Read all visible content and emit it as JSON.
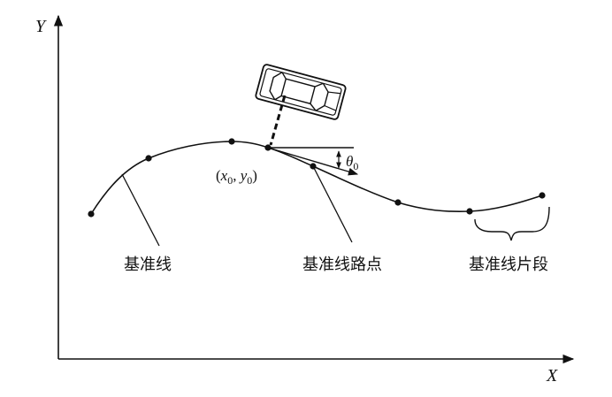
{
  "axes": {
    "x_label": "X",
    "y_label": "Y"
  },
  "labels": {
    "baseline": "基准线",
    "baseline_waypoint": "基准线路点",
    "baseline_segment": "基准线片段"
  },
  "point": {
    "open": "(",
    "x": "x",
    "x_sub": "0",
    "comma": ", ",
    "y": "y",
    "y_sub": "0",
    "close": ")"
  },
  "angle": {
    "symbol": "θ",
    "sub": "0"
  },
  "colors": {
    "ink": "#111111",
    "background": "#ffffff"
  }
}
